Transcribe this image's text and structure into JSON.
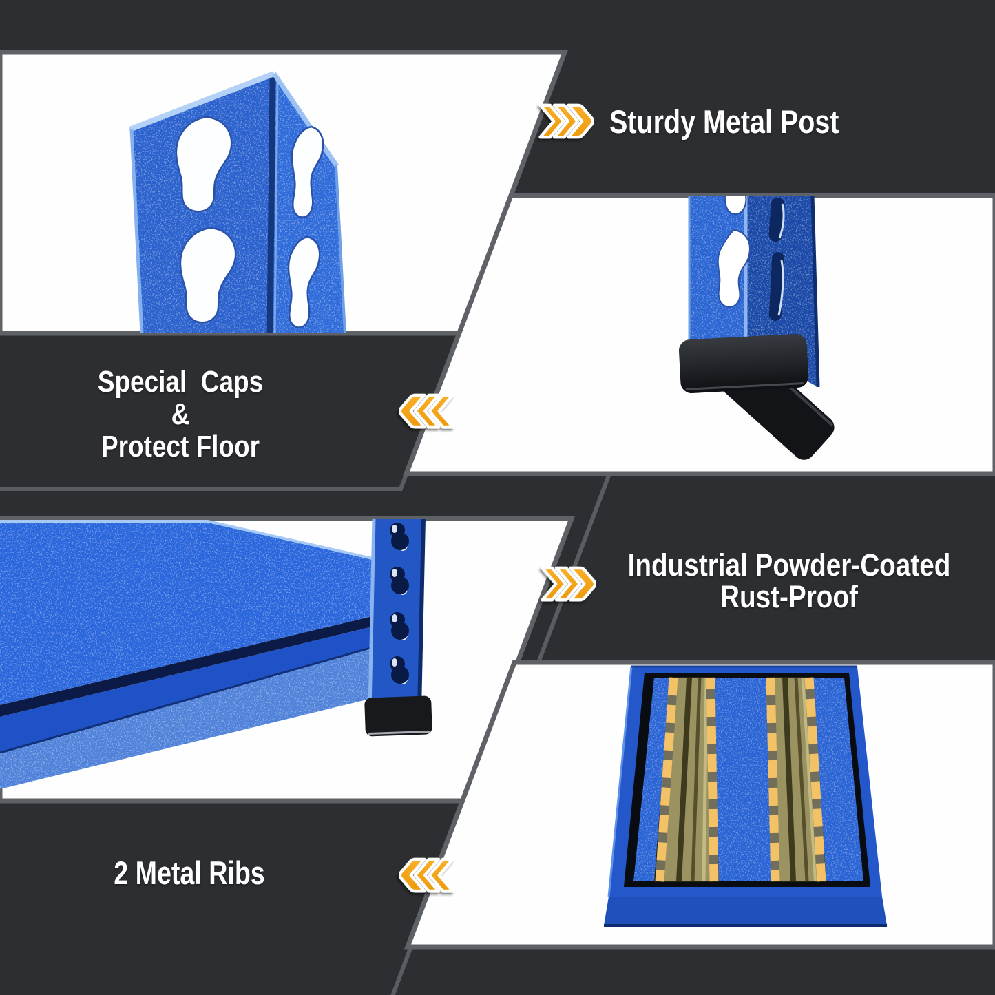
{
  "captions": {
    "sturdy_post": {
      "text": "Sturdy Metal Post",
      "arrow": "right"
    },
    "special_caps": {
      "line1": "Special  Caps",
      "line2": "&",
      "line3": "Protect Floor",
      "arrow": "left"
    },
    "powder_coated": {
      "line1": "Industrial Powder-Coated",
      "line2": "Rust-Proof",
      "arrow": "right"
    },
    "metal_ribs": {
      "text": "2 Metal Ribs",
      "arrow": "left"
    }
  },
  "icons": {
    "chevron_right": "triple-chevron-right",
    "chevron_left": "triple-chevron-left"
  },
  "photos": {
    "top_left": "blue-corner-post-with-teardrop-slots",
    "middle_right": "post-bottom-with-black-floor-caps",
    "bottom_left": "shelf-corner-with-post-and-floor-cap",
    "bottom_right": "shelf-underside-with-two-metal-ribs"
  },
  "colors": {
    "background": "#2C2E31",
    "panel": "#FFFFFF",
    "panel_border": "#5E6165",
    "accent_orange": "#F2A21B",
    "product_blue": "#2B64D2",
    "foot_cap_black": "#17191C",
    "rib_khaki": "#9A9260",
    "weld_dash_orange": "#F3C266",
    "text": "#FFFFFF"
  }
}
